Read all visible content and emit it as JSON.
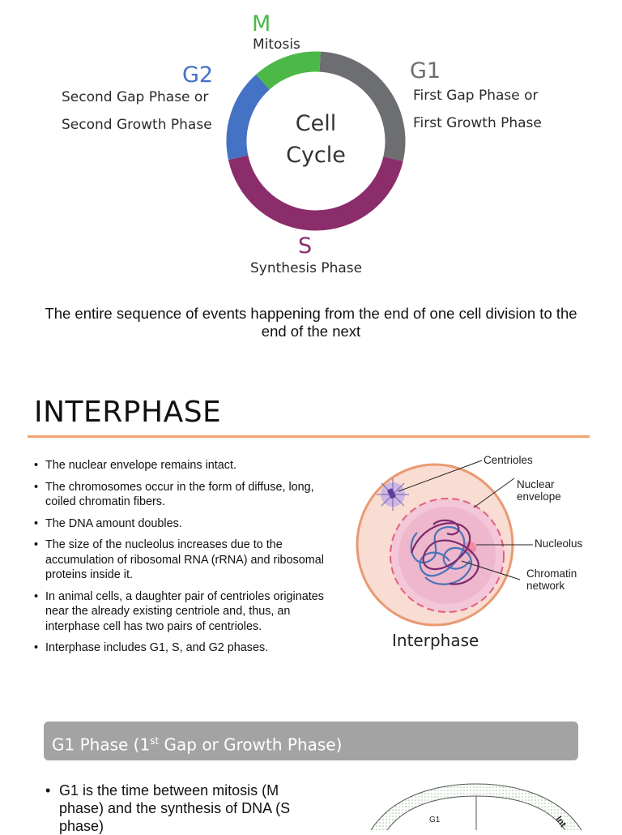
{
  "cycle": {
    "letters": {
      "m": "M",
      "g1": "G1",
      "g2": "G2",
      "s": "S"
    },
    "labels": {
      "m": "Mitosis",
      "g1_line1": "First Gap Phase or",
      "g1_line2": "First Growth Phase",
      "g2_line1": "Second Gap Phase or",
      "g2_line2": "Second Growth Phase",
      "s": "Synthesis Phase"
    },
    "center_line1": "Cell",
    "center_line2": "Cycle",
    "colors": {
      "m": "#4cb848",
      "g1": "#6d6e71",
      "g2": "#4472c4",
      "s": "#8b2c6b"
    }
  },
  "definition": "The entire sequence of events happening from the end of one cell division to the end of the next",
  "interphase": {
    "title": "INTERPHASE",
    "accent_color": "#f0a46a",
    "bullets": [
      "The nuclear envelope remains intact.",
      "The chromosomes occur in the form of diffuse, long, coiled chromatin fibers.",
      "The DNA amount doubles.",
      "The size of the nucleolus increases due to the accumulation of ribosomal RNA (rRNA) and ribosomal proteins inside it.",
      "In animal cells, a daughter pair of centrioles originates near the already existing centriole and, thus, an interphase cell has two pairs of centrioles.",
      "Interphase includes G1, S, and G2 phases."
    ],
    "diagram": {
      "labels": {
        "centrioles": "Centrioles",
        "nuclear_envelope_1": "Nuclear",
        "nuclear_envelope_2": "envelope",
        "nucleolus": "Nucleolus",
        "chromatin_1": "Chromatin",
        "chromatin_2": "network"
      },
      "caption": "Interphase"
    }
  },
  "g1_phase": {
    "banner_pre": "G1 Phase (1",
    "banner_sup": "st",
    "banner_post": " Gap or Growth Phase)",
    "bullet": "G1 is the time between mitosis (M phase) and the synthesis of DNA (S phase)",
    "diagram_label": "G1",
    "diagram_label_2": "Int"
  }
}
